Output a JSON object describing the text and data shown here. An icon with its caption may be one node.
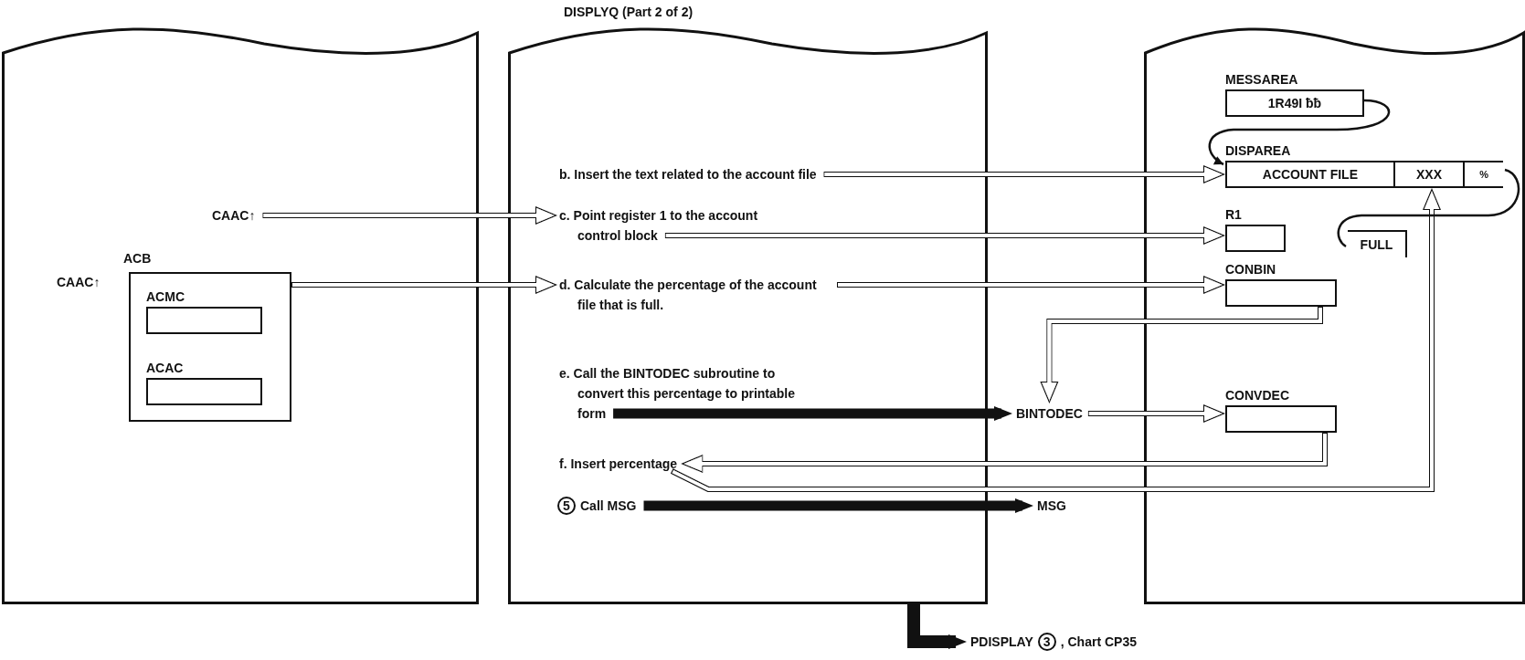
{
  "diagram": {
    "title": "DISPLYQ (Part 2 of 2)",
    "nodes": [
      {
        "text": [],
        "shape": "box"
      },
      {
        "text": [
          "CAAC↑"
        ],
        "in": 0
      },
      {
        "text": [
          "ACB"
        ],
        "beside": [
          "CAAC↑"
        ],
        "in": 0
      },
      {
        "text": [
          "ACMC"
        ],
        "in": 2
      },
      {
        "text": [
          "ACAC"
        ],
        "in": 2
      },
      {
        "text": [],
        "shape": "box"
      },
      {
        "text": [
          "b. Insert the text related to the account file"
        ],
        "in": 5
      },
      {
        "text": [
          "c. Point register 1 to the account control block"
        ],
        "in": 5
      },
      {
        "text": [
          "d. Calculate the percentage of the account file that is full."
        ],
        "in": 5
      },
      {
        "text": [
          "e. Call the BINTODEC subroutine to convert this percentage to printable form"
        ],
        "in": 5
      },
      {
        "text": [
          "BINTODEC"
        ]
      },
      {
        "text": [
          "f. Insert percentage"
        ],
        "in": 5
      },
      {
        "text": [
          "5",
          "Call MSG"
        ],
        "in": 5
      },
      {
        "text": [
          "MSG"
        ]
      },
      {
        "text": [],
        "shape": "box"
      },
      {
        "text": [
          "MESSAREA",
          "1R49I ƀƀ"
        ],
        "in": 14
      },
      {
        "text": [
          "DISPAREA",
          "ACCOUNT FILE",
          "XXX",
          "%"
        ],
        "in": 14
      },
      {
        "text": [
          "R1"
        ],
        "in": 14
      },
      {
        "text": [
          "CONBIN"
        ],
        "in": 14
      },
      {
        "text": [
          "CONVDEC"
        ],
        "in": 14
      },
      {
        "text": [
          "FULL"
        ],
        "in": 14
      },
      {
        "text": [
          "PDISPLAY",
          "3",
          ", Chart CP35"
        ]
      }
    ],
    "edges": [
      {
        "from": 1,
        "to": 7,
        "arrow": "to"
      },
      {
        "from": 2,
        "to": 8,
        "arrow": "to"
      },
      {
        "from": 6,
        "to": 16,
        "arrow": "to"
      },
      {
        "from": 7,
        "to": 17,
        "arrow": "to"
      },
      {
        "from": 8,
        "to": 18,
        "arrow": "to"
      },
      {
        "from": 9,
        "to": 10,
        "arrow": "to",
        "style": "thick"
      },
      {
        "from": 18,
        "to": 10,
        "arrow": "to"
      },
      {
        "from": 10,
        "to": 19,
        "arrow": "to"
      },
      {
        "from": 19,
        "to": 11,
        "arrow": "to"
      },
      {
        "from": 11,
        "to": 16,
        "arrow": "to"
      },
      {
        "from": 12,
        "to": 13,
        "arrow": "to",
        "style": "thick"
      },
      {
        "from": 15,
        "to": 16,
        "arrow": "to"
      },
      {
        "from": 16,
        "to": 20,
        "arrow": "none"
      },
      {
        "from": 5,
        "to": 21,
        "arrow": "to",
        "style": "thick"
      }
    ]
  }
}
